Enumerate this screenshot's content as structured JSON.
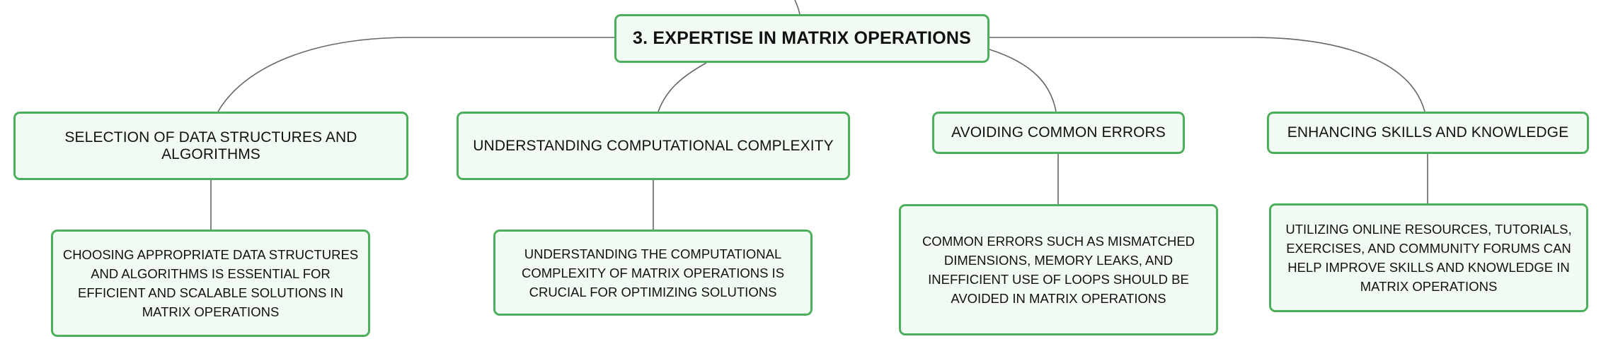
{
  "diagram": {
    "root": {
      "label": "3. EXPERTISE IN MATRIX OPERATIONS"
    },
    "branches": [
      {
        "label": "SELECTION OF DATA STRUCTURES AND ALGORITHMS",
        "detail": "CHOOSING APPROPRIATE DATA STRUCTURES AND ALGORITHMS IS ESSENTIAL FOR EFFICIENT AND SCALABLE SOLUTIONS IN MATRIX OPERATIONS"
      },
      {
        "label": "UNDERSTANDING COMPUTATIONAL COMPLEXITY",
        "detail": "UNDERSTANDING THE COMPUTATIONAL COMPLEXITY OF MATRIX OPERATIONS IS CRUCIAL FOR OPTIMIZING SOLUTIONS"
      },
      {
        "label": "AVOIDING COMMON ERRORS",
        "detail": "COMMON ERRORS SUCH AS MISMATCHED DIMENSIONS, MEMORY LEAKS, AND INEFFICIENT USE OF LOOPS SHOULD BE AVOIDED IN MATRIX OPERATIONS"
      },
      {
        "label": "ENHANCING SKILLS AND KNOWLEDGE",
        "detail": "UTILIZING ONLINE RESOURCES, TUTORIALS, EXERCISES, AND COMMUNITY FORUMS CAN HELP IMPROVE SKILLS AND KNOWLEDGE IN MATRIX OPERATIONS"
      }
    ]
  },
  "colors": {
    "node_border": "#4caf5b",
    "node_fill": "#f2fbf3",
    "connector": "#666666"
  }
}
